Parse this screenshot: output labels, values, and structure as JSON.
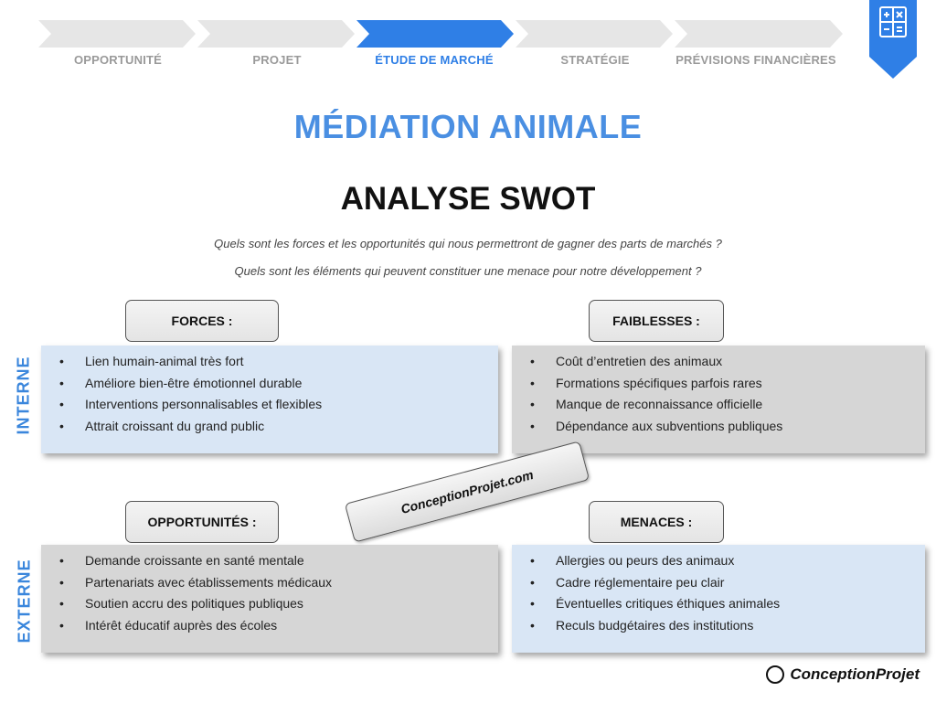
{
  "steps": [
    {
      "label": "OPPORTUNITÉ",
      "active": false
    },
    {
      "label": "PROJET",
      "active": false
    },
    {
      "label": "ÉTUDE DE MARCHÉ",
      "active": true
    },
    {
      "label": "STRATÉGIE",
      "active": false
    },
    {
      "label": "PRÉVISIONS FINANCIÈRES",
      "active": false
    }
  ],
  "badge_icon": "calculator-icon",
  "title": "MÉDIATION ANIMALE",
  "subtitle": "ANALYSE SWOT",
  "questions": [
    "Quels sont les forces et les opportunités qui nous permettront de gagner des parts de marchés ?",
    "Quels sont les éléments qui peuvent constituer une menace pour notre développement ?"
  ],
  "axis": {
    "internal": "INTERNE",
    "external": "EXTERNE"
  },
  "quadrants": {
    "forces": {
      "heading": "FORCES :",
      "items": [
        "Lien humain-animal très fort",
        "Améliore bien-être émotionnel durable",
        "Interventions personnalisables et flexibles",
        "Attrait croissant du grand public"
      ]
    },
    "faiblesses": {
      "heading": "FAIBLESSES :",
      "items": [
        "Coût d’entretien des animaux",
        "Formations spécifiques parfois rares",
        "Manque de reconnaissance officielle",
        "Dépendance aux subventions publiques"
      ]
    },
    "opportunites": {
      "heading": "OPPORTUNITÉS :",
      "items": [
        "Demande croissante en santé mentale",
        "Partenariats avec établissements médicaux",
        "Soutien accru des politiques publiques",
        "Intérêt éducatif auprès des écoles"
      ]
    },
    "menaces": {
      "heading": "MENACES :",
      "items": [
        "Allergies ou peurs des animaux",
        "Cadre réglementaire peu clair",
        "Éventuelles critiques éthiques animales",
        "Reculs budgétaires des institutions"
      ]
    }
  },
  "stamp": "ConceptionProjet.com",
  "footer_brand": "ConceptionProjet",
  "colors": {
    "active": "#2f7fe6",
    "inactive_step": "#e6e6e6",
    "accent": "#4a8fe2",
    "blue_box": "#d9e6f5",
    "grey_box": "#d6d6d6"
  }
}
